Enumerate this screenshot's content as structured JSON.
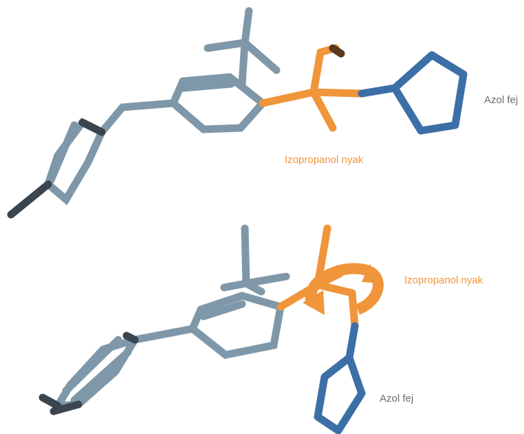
{
  "labels": {
    "top_head": "Azol fej",
    "top_neck": "Izopropanol nyak",
    "bottom_neck": "Izopropanol nyak",
    "bottom_head": "Azol fej"
  },
  "colors": {
    "background": "#ffffff",
    "carbon_gray": "#7f98a9",
    "carbon_dark": "#3b4550",
    "neck_orange": "#f0953a",
    "head_blue": "#3b6fa6",
    "label_gray": "#6c6c6c",
    "label_orange": "#f0953a"
  }
}
